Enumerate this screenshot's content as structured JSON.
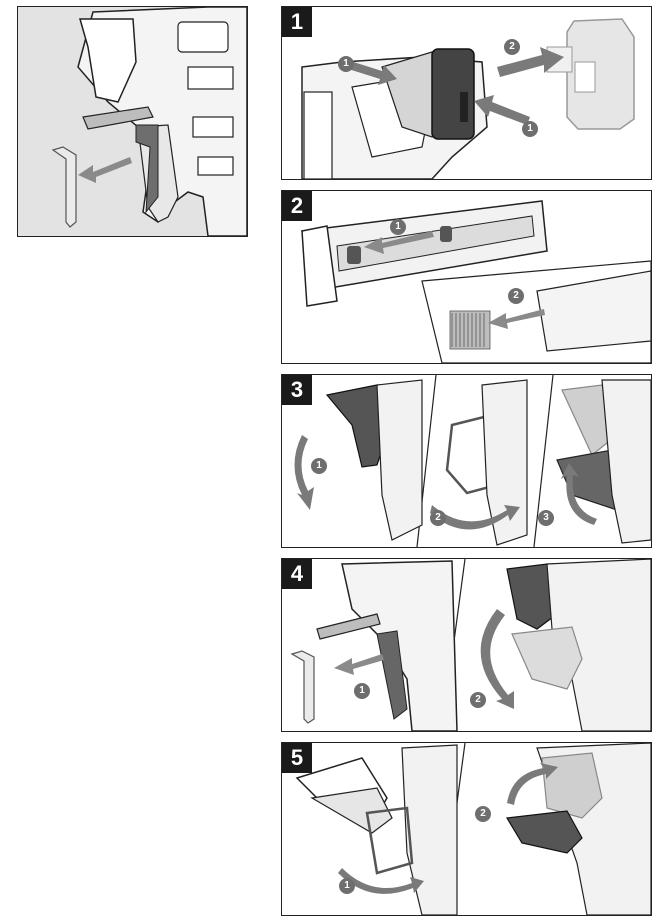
{
  "page": {
    "background": "#ffffff"
  },
  "colors": {
    "ink": "#1a1a1a",
    "mid_gray": "#7a7a7a",
    "light_gray": "#d8d8d8",
    "arrow_gray": "#8a8a8a"
  },
  "overview": {
    "icon": "nailer-with-hex-key-icon"
  },
  "steps": [
    {
      "number": "1",
      "callouts": [
        "1",
        "2",
        "1"
      ],
      "icon": "battery-removal-icon"
    },
    {
      "number": "2",
      "callouts": [
        "1",
        "2"
      ],
      "icon": "magazine-unload-icon"
    },
    {
      "number": "3",
      "callouts": [
        "1",
        "2",
        "3"
      ],
      "icon": "latch-open-icon"
    },
    {
      "number": "4",
      "callouts": [
        "1",
        "2"
      ],
      "icon": "hex-key-nose-icon"
    },
    {
      "number": "5",
      "callouts": [
        "1",
        "2"
      ],
      "icon": "latch-close-icon"
    }
  ]
}
